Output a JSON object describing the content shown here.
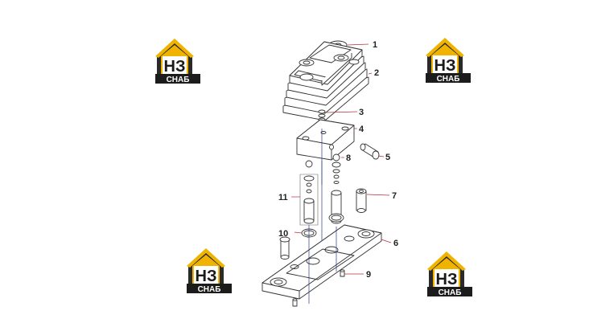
{
  "diagram": {
    "callouts": [
      "1",
      "2",
      "3",
      "4",
      "5",
      "6",
      "7",
      "8",
      "9",
      "10",
      "11"
    ]
  },
  "watermark": {
    "brand_mark": "НЗ",
    "brand_text": "СНАБ",
    "colors": {
      "roof": "#f0b400",
      "wall": "#2a2a2a",
      "badge": "#1c1c1c"
    }
  },
  "colors": {
    "line": "#333333",
    "leader": "#b0303a",
    "dash": "#2c3c8c"
  }
}
